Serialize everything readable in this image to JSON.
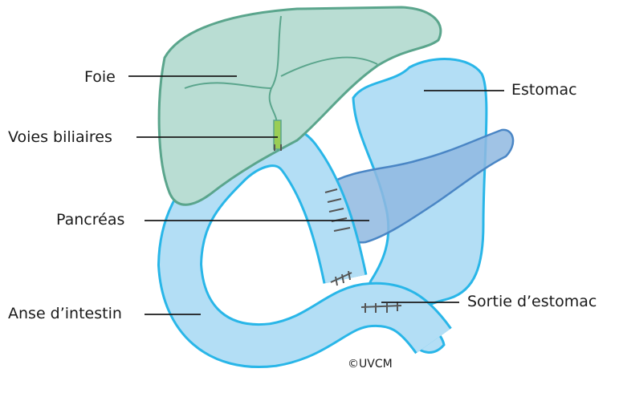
{
  "labels": {
    "liver": "Foie",
    "bile_ducts": "Voies biliaires",
    "pancreas": "Pancréas",
    "intestine_loop": "Anse d’intestin",
    "stomach": "Estomac",
    "stomach_outlet": "Sortie d’estomac"
  },
  "copyright": "©UVCM",
  "colors": {
    "liver_fill": "#b9ddd3",
    "liver_stroke": "#5aa58c",
    "organ_fill": "#b3def5",
    "organ_stroke": "#29b6e8",
    "pancreas_fill": "#8fb8e0",
    "pancreas_stroke": "#4a86c5",
    "suture": "#555555",
    "bile": "#9acd55"
  }
}
